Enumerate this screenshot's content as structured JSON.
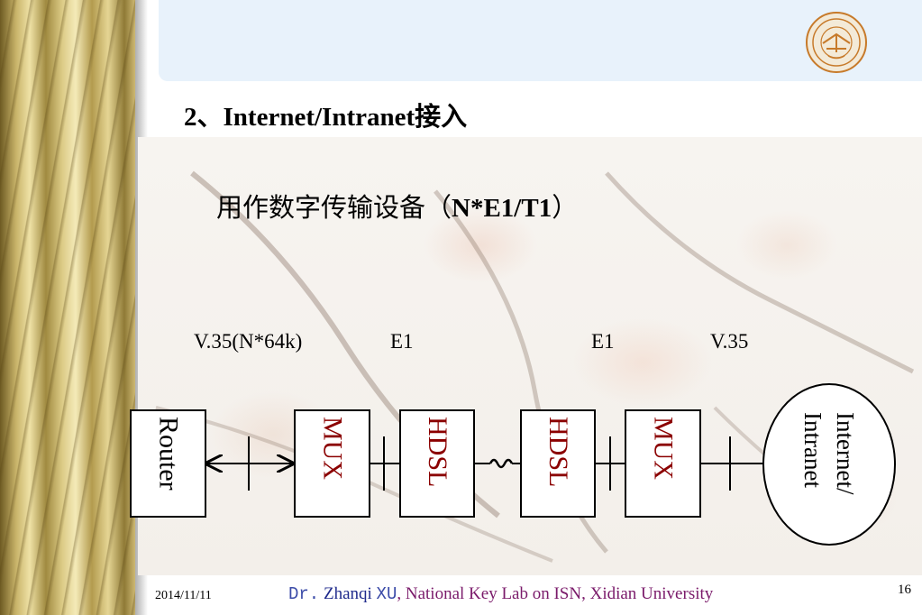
{
  "slide": {
    "title": "2、Internet/Intranet接入",
    "subtitle_prefix": "用作数字传输设备（",
    "subtitle_bold": "N*E1/T1",
    "subtitle_suffix": "）"
  },
  "diagram": {
    "link_labels": [
      "V.35(N*64k)",
      "E1",
      "E1",
      "V.35"
    ],
    "nodes": [
      "Router",
      "MUX",
      "HDSL",
      "HDSL",
      "MUX",
      "Internet/\nIntranet"
    ],
    "colors": {
      "mux": "#8b0000",
      "hdsl": "#8b0000",
      "router": "#000000",
      "cloud": "#000000"
    }
  },
  "footer": {
    "date": "2014/11/11",
    "credit_dr": "Dr.",
    "credit_name": "Zhanqi",
    "credit_surname": "XU",
    "credit_rest": ", National Key Lab on ISN, Xidian University",
    "page_number": "16"
  },
  "icons": [
    "university-seal-icon"
  ]
}
